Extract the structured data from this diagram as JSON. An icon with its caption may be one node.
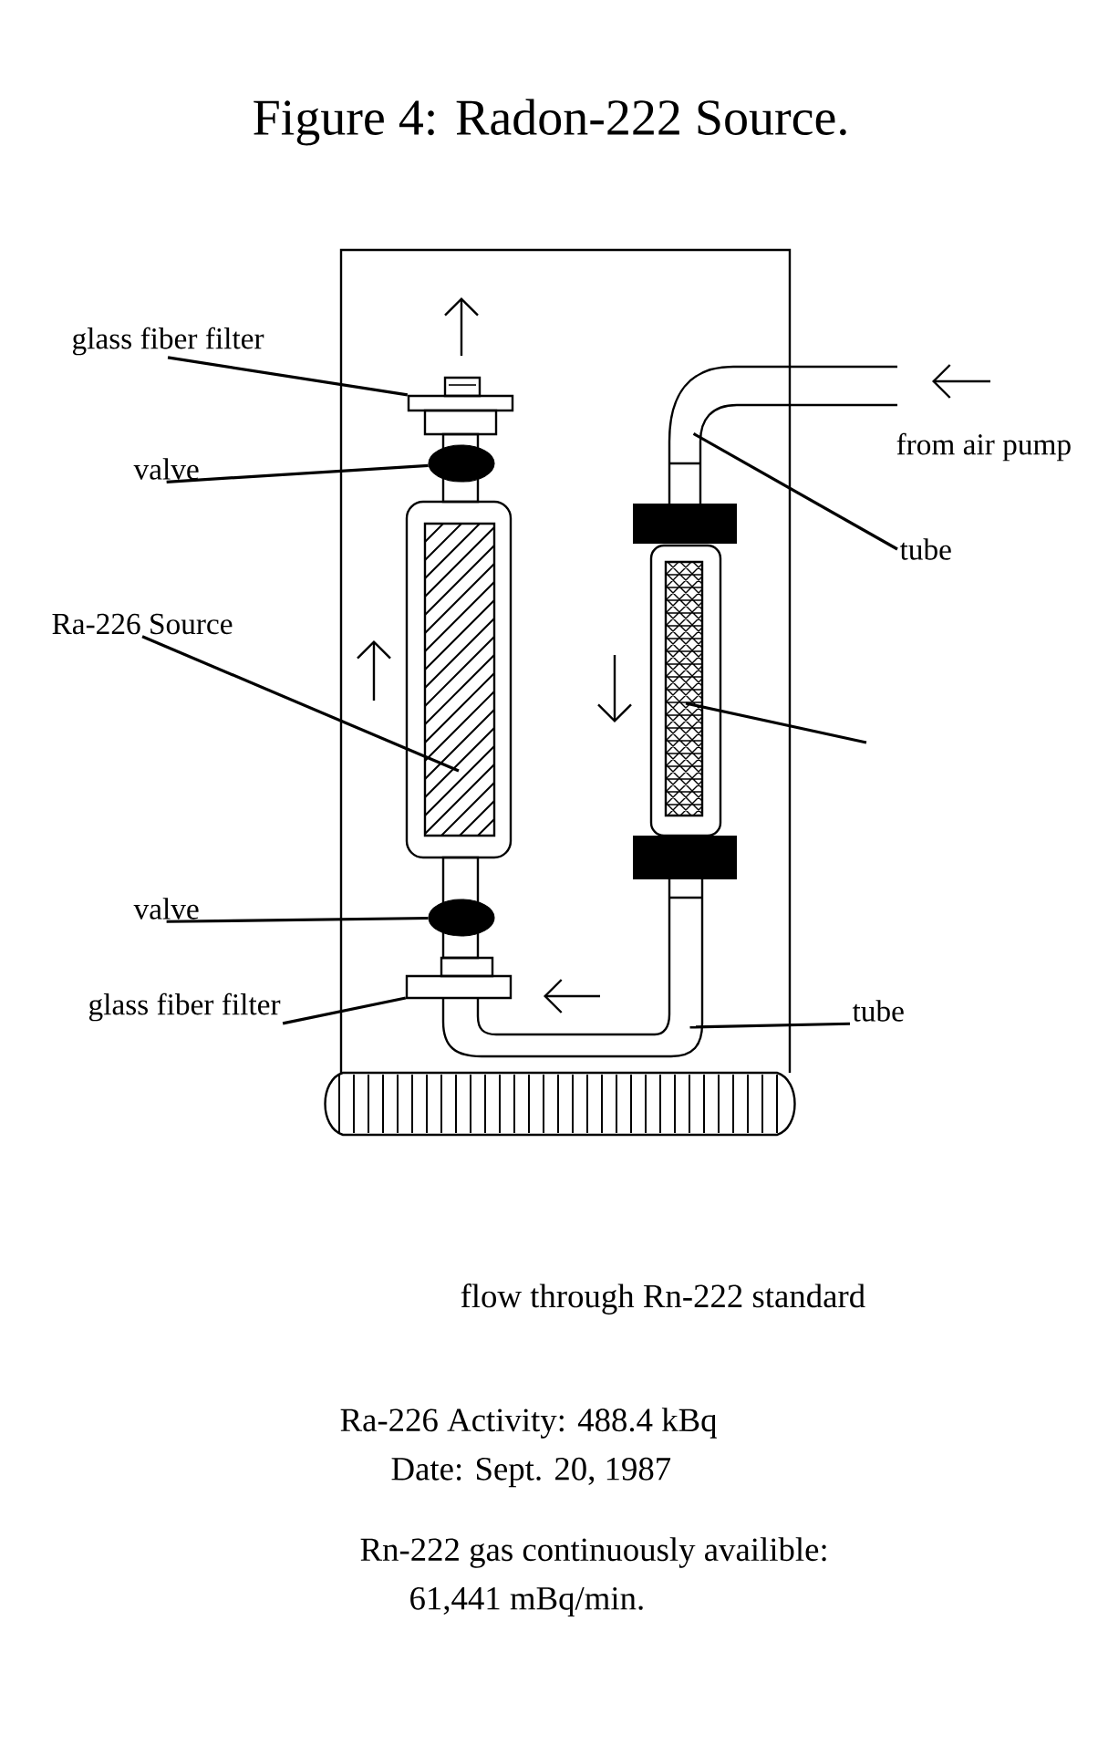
{
  "diagram": {
    "title": "Figure 4: Radon-222 Source.",
    "nodes": [
      {
        "text": [
          "glass fiber filter"
        ]
      },
      {
        "text": [],
        "shape": "box"
      },
      {
        "text": [
          "valve"
        ]
      },
      {
        "text": [],
        "shape": "ellipse"
      },
      {
        "text": [],
        "shape": "pipe"
      },
      {
        "text": [
          "tube"
        ]
      },
      {
        "text": [
          "Ra-226 Source"
        ]
      },
      {
        "text": [],
        "shape": "box"
      },
      {
        "text": [],
        "shape": "box"
      },
      {
        "text": [
          "valve"
        ]
      },
      {
        "text": [],
        "shape": "ellipse"
      },
      {
        "text": [
          "glass fiber filter"
        ]
      },
      {
        "text": [],
        "shape": "box"
      },
      {
        "text": [],
        "shape": "pipe"
      },
      {
        "text": [
          "tube"
        ]
      }
    ],
    "edges": [
      {
        "from": 0,
        "to": 1,
        "arrow": "none"
      },
      {
        "from": 2,
        "to": 3,
        "arrow": "none"
      },
      {
        "from": 5,
        "to": 4,
        "arrow": "none"
      },
      {
        "from": 6,
        "to": 7,
        "arrow": "none"
      },
      {
        "from": null,
        "to": 8,
        "arrow": "none"
      },
      {
        "from": 9,
        "to": 10,
        "arrow": "none"
      },
      {
        "from": 11,
        "to": 12,
        "arrow": "none"
      },
      {
        "from": 14,
        "to": 13,
        "arrow": "none"
      }
    ],
    "labels": [
      "from air pump",
      "flow through Rn-222 standard",
      "Ra-226 Activity: 488.4 kBq",
      "Date: Sept. 20, 1987",
      "Rn-222 gas continuously availible:",
      "61,441 mBq/min."
    ]
  }
}
